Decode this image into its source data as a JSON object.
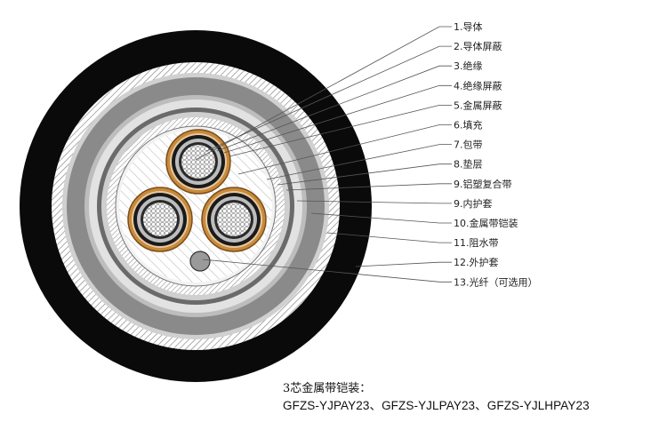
{
  "labels": [
    "1.导体",
    "2.导体屏蔽",
    "3.绝缘",
    "4.绝缘屏蔽",
    "5.金属屏蔽",
    "6.填充",
    "7.包带",
    "8.垫层",
    "9.铝塑复合带",
    "9.内护套",
    "10.金属带铠装",
    "11.阻水带",
    "12.外护套",
    "13.光纤（可选用）"
  ],
  "caption": {
    "title": "3芯金属带铠装：",
    "models": "GFZS-YJPAY23、GFZS-YJLPAY23、GFZS-YJLHPAY23"
  },
  "colors": {
    "sheath": "#0a0a0a",
    "armour": "#8c8c8c",
    "band_light": "#c8c8c8",
    "hatch": "#9a9a9a",
    "copper": "#c98a3a",
    "leader": "#555555"
  }
}
